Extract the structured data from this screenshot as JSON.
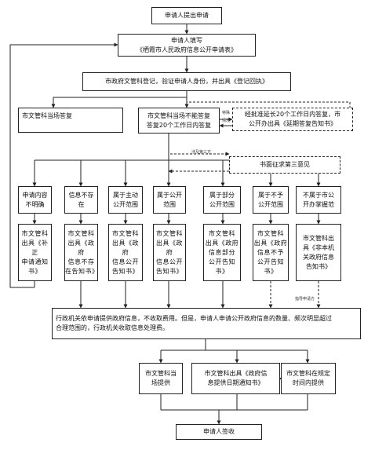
{
  "nodes": {
    "start": "申请人提出申请",
    "fill": "申请人填写\n《栖霞市人民政府信息公开申请表》",
    "register": "市政府文管科登记，验证申请人身份，并出具《登记回执》",
    "reply_now": "市文管科当场答复",
    "reply_20": "市文管科当场不能答复\n答复20个工作日内答复",
    "extend": "经批准延长20个工作日内答复，市\n公开办出具《延期答复告知书》",
    "third_party": "书面征求第三意见",
    "cat_unclear": "申请内容\n不明确",
    "cat_none": "信息不存\n在",
    "cat_active": "属于主动\n公开范围",
    "cat_public": "属于公开\n范围",
    "cat_partial": "属于部分\n公开范围",
    "cat_nonpublic": "属于不予\n公开范围",
    "cat_notduty": "不属于市公\n开办掌握范",
    "out_unclear": "市文管科\n出具《补正\n申请通知\n书》",
    "out_none": "市文管科\n出具《政府\n信息不存\n在告知书》",
    "out_active": "市文管科\n出具《政府\n信息公开\n告知书》",
    "out_public": "市文管科\n出具《政府\n信息公开\n告知书》",
    "out_partial": "市文管科\n出具《政府\n信息部分\n公开告知\n书》",
    "out_nonpublic": "市文管科\n出具《政府\n信息不予\n公开告知\n书》",
    "out_notduty": "市文管科出\n具《非本机\n关政府信息\n告知书》",
    "fee": "行政机关依申请提供政府信息，不收取费用。但是，申请人申请公开政府信息的数量、频次明显超过\n合理范围的，行政机关收取信息处理费。",
    "provide_now": "市文管科当\n场提供",
    "provide_notice": "市文管科出具《政府信\n息提供日期通知书》",
    "provide_later": "市文管科在规定\n时间内提供",
    "sign": "申请人签收"
  },
  "notes": {
    "extend_1": "特殊",
    "extend_2": "情况",
    "third_party": "涉及第三方",
    "suggest": "指导申请方"
  }
}
